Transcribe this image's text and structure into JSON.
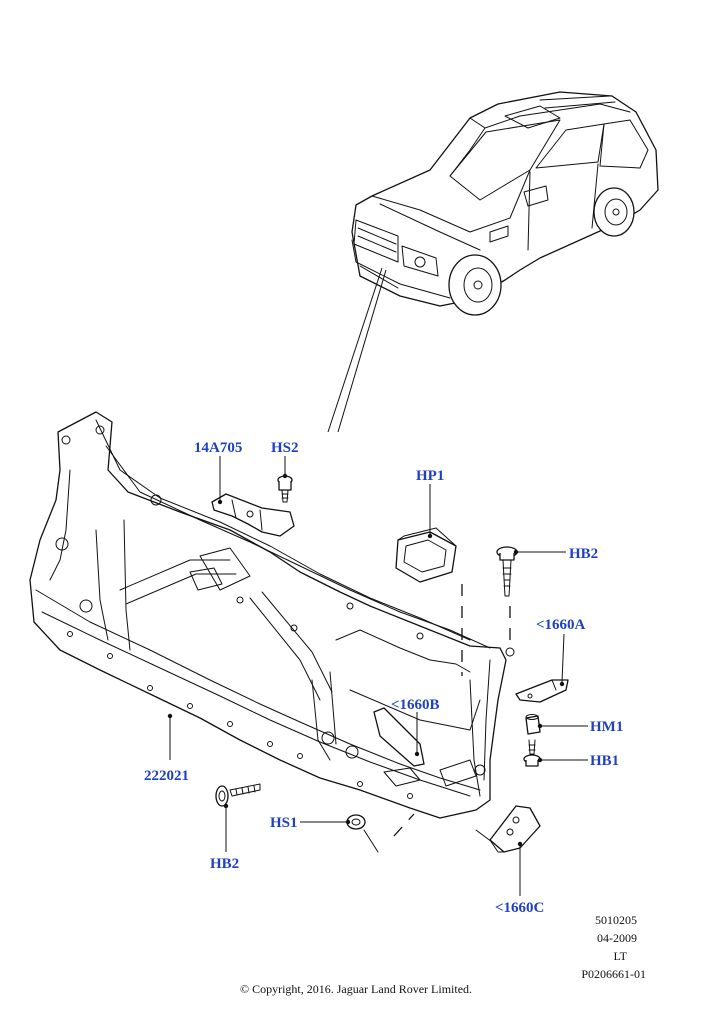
{
  "callouts": {
    "c_14A705": "14A705",
    "c_HS2": "HS2",
    "c_HP1": "HP1",
    "c_HB2_right": "HB2",
    "c_1660A": "<1660A",
    "c_1660B": "<1660B",
    "c_HM1": "HM1",
    "c_HB1": "HB1",
    "c_222021": "222021",
    "c_HS1": "HS1",
    "c_HB2_left": "HB2",
    "c_1660C": "<1660C"
  },
  "meta": {
    "line1": "5010205",
    "line2": "04-2009",
    "line3": "LT",
    "line4": "P0206661-01"
  },
  "copyright": "© Copyright, 2016. Jaguar Land Rover Limited.",
  "colors": {
    "callout": "#1f3fc4",
    "line": "#111111",
    "background": "#ffffff"
  }
}
